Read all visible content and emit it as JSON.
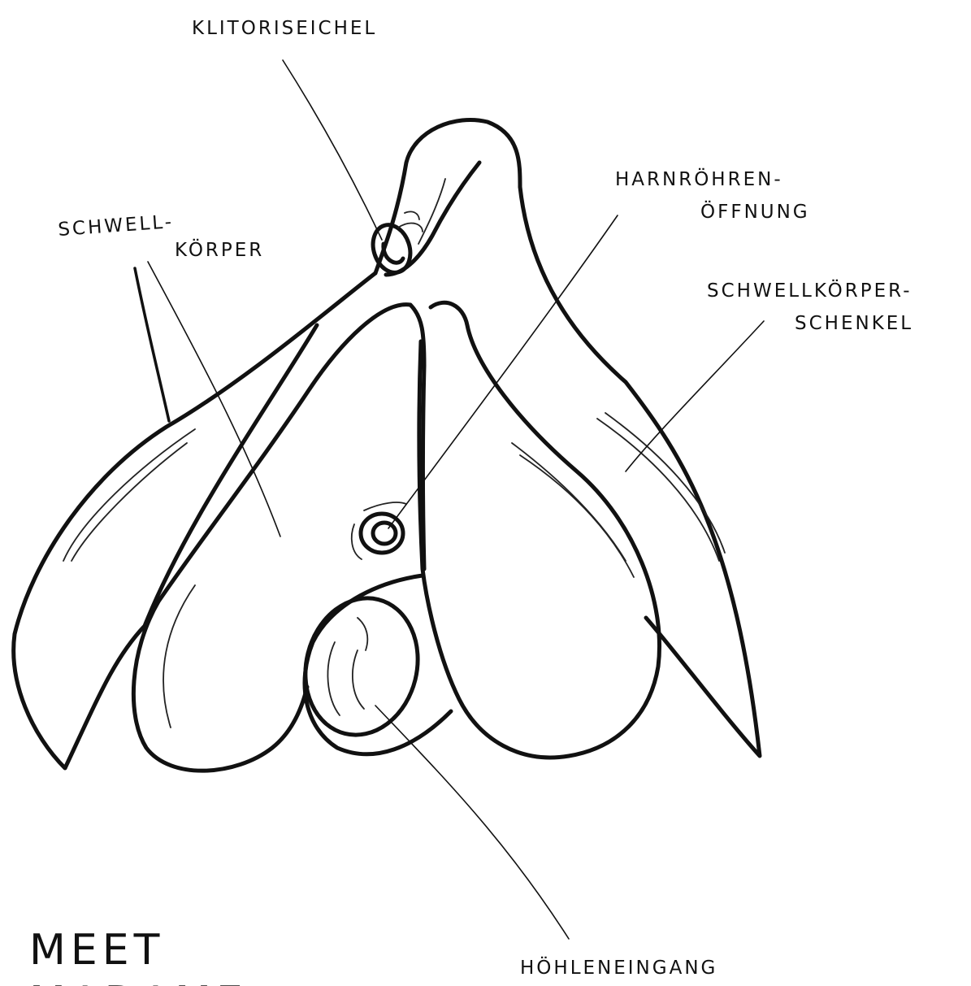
{
  "labels": {
    "klitoriseichel": "KLITORISEICHEL",
    "harnroehren_line1": "HARNRÖHREN-",
    "harnroehren_line2": "ÖFFNUNG",
    "schwell_line1": "SCHWELL-",
    "schwell_line2": "KÖRPER",
    "schenkel_line1": "SCHWELLKÖRPER-",
    "schenkel_line2": "SCHENKEL",
    "hoehleneingang": "HÖHLENEINGANG"
  },
  "title": {
    "line1": "MEET",
    "line2": "MADAME"
  },
  "colors": {
    "ink": "#111111",
    "paper": "#ffffff"
  }
}
